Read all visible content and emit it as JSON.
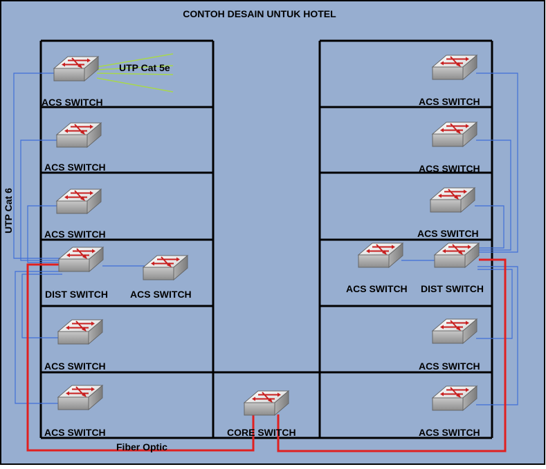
{
  "title": "CONTOH DESAIN UNTUK HOTEL",
  "colors": {
    "background": "#97aed0",
    "frame": "#000000",
    "utp": "#3f6fd8",
    "fiber": "#e02020",
    "utp5e": "#a8d84a"
  },
  "labels": {
    "utp_cat5e": "UTP Cat 5e",
    "utp_cat6": "UTP Cat 6",
    "fiber_optic": "Fiber Optic"
  },
  "switches": {
    "l1": "ACS SWITCH",
    "l2": "ACS SWITCH",
    "l3": "ACS SWITCH",
    "l_dist": "DIST SWITCH",
    "l_dist_acs": "ACS SWITCH",
    "l5": "ACS SWITCH",
    "l6": "ACS SWITCH",
    "core": "CORE SWITCH",
    "r1": "ACS SWITCH",
    "r2": "ACS SWITCH",
    "r3": "ACS SWITCH",
    "r_dist_acs": "ACS SWITCH",
    "r_dist": "DIST SWITCH",
    "r5": "ACS SWITCH",
    "r6": "ACS SWITCH"
  },
  "icons": {
    "switch": "network-switch-icon"
  }
}
